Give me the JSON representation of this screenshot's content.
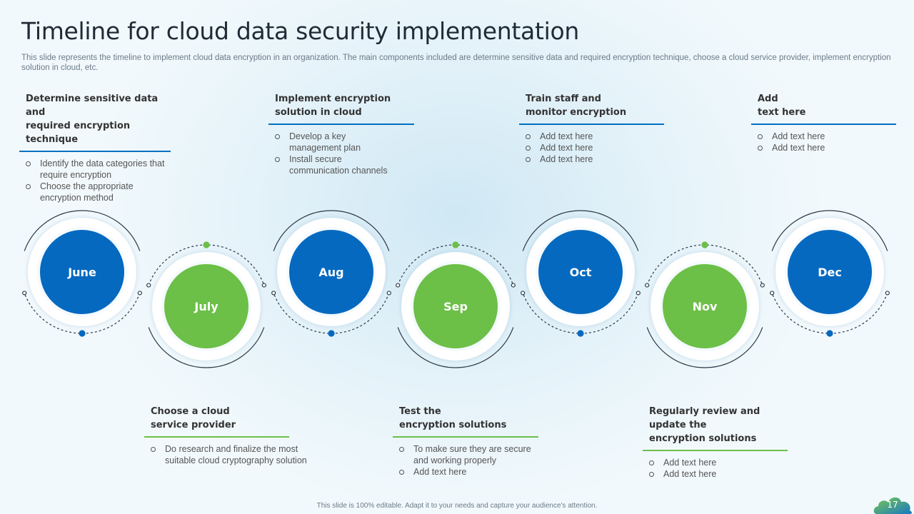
{
  "title": "Timeline for cloud data security implementation",
  "description": "This slide represents the timeline to implement cloud data encryption in an organization. The main components included are determine sensitive data and required encryption technique, choose a cloud service provider, implement encryption solution in cloud, etc.",
  "colors": {
    "blue": "#0569c0",
    "green": "#6cbf47"
  },
  "months": [
    "June",
    "July",
    "Aug",
    "Sep",
    "Oct",
    "Nov",
    "Dec"
  ],
  "top_blocks": [
    {
      "heading": [
        "Determine sensitive data and",
        "required encryption technique"
      ],
      "bullets": [
        "Identify the data categories that require encryption",
        "Choose the appropriate encryption method"
      ]
    },
    {
      "heading": [
        "Implement encryption",
        "solution in cloud"
      ],
      "bullets": [
        "Develop a key management plan",
        "Install secure communication channels"
      ]
    },
    {
      "heading": [
        "Train staff and",
        "monitor encryption"
      ],
      "bullets": [
        "Add text here",
        "Add text here",
        "Add text here"
      ]
    },
    {
      "heading": [
        "Add",
        "text here"
      ],
      "bullets": [
        "Add text here",
        "Add text here"
      ]
    }
  ],
  "bottom_blocks": [
    {
      "heading": [
        "Choose a cloud",
        "service provider"
      ],
      "bullets": [
        "Do research and finalize the most suitable cloud cryptography solution"
      ]
    },
    {
      "heading": [
        "Test the",
        "encryption solutions"
      ],
      "bullets": [
        "To make sure they are secure and working properly",
        "Add text here"
      ]
    },
    {
      "heading": [
        "Regularly review and update the",
        "encryption solutions"
      ],
      "bullets": [
        "Add text here",
        "Add text here"
      ]
    }
  ],
  "footer": "This slide is 100% editable. Adapt it to your needs and capture your audience's attention.",
  "page_number": "17"
}
